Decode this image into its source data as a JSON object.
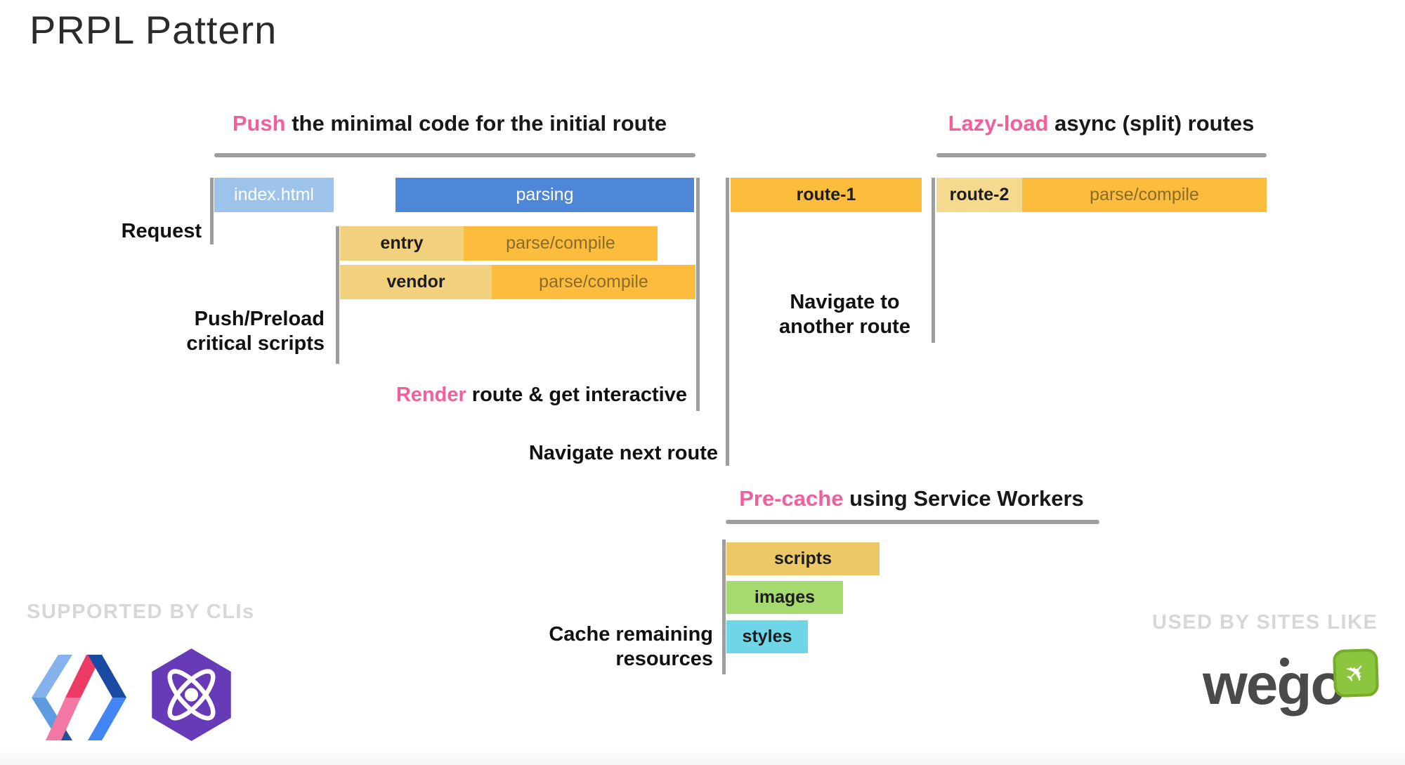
{
  "title": "PRPL Pattern",
  "headings": {
    "push": {
      "highlight": "Push",
      "rest": " the minimal code for the initial route"
    },
    "lazy": {
      "highlight": "Lazy-load",
      "rest": " async (split) routes"
    },
    "precache": {
      "highlight": "Pre-cache",
      "rest": " using Service Workers"
    }
  },
  "labels": {
    "request": "Request",
    "push_preload_line1": "Push/Preload",
    "push_preload_line2": "critical scripts",
    "render_highlight": "Render",
    "render_rest": " route & get interactive",
    "navigate_next": "Navigate next route",
    "navigate_another_line1": "Navigate to",
    "navigate_another_line2": "another route",
    "cache_line1": "Cache remaining",
    "cache_line2": "resources"
  },
  "bars": {
    "index_html": "index.html",
    "parsing": "parsing",
    "entry": "entry",
    "entry_parse": "parse/compile",
    "vendor": "vendor",
    "vendor_parse": "parse/compile",
    "route1": "route-1",
    "route2": "route-2",
    "route2_parse": "parse/compile",
    "scripts": "scripts",
    "images": "images",
    "styles": "styles"
  },
  "footer": {
    "supported": "SUPPORTED BY CLIs",
    "used": "USED BY SITES LIKE",
    "wego_text": "wego"
  },
  "colors": {
    "accent_pink": "#f0609c",
    "bar_blue_light": "#9dc3ea",
    "bar_blue": "#4e86d8",
    "bar_gold": "#fcbd3e",
    "bar_tan": "#f2d17e",
    "bar_sand": "#ecc966",
    "bar_green": "#a6da6e",
    "bar_cyan": "#6fd6e8",
    "line_gray": "#9e9e9e",
    "muted_text": "#d7d7d7",
    "wego_green": "#8cc63f"
  }
}
